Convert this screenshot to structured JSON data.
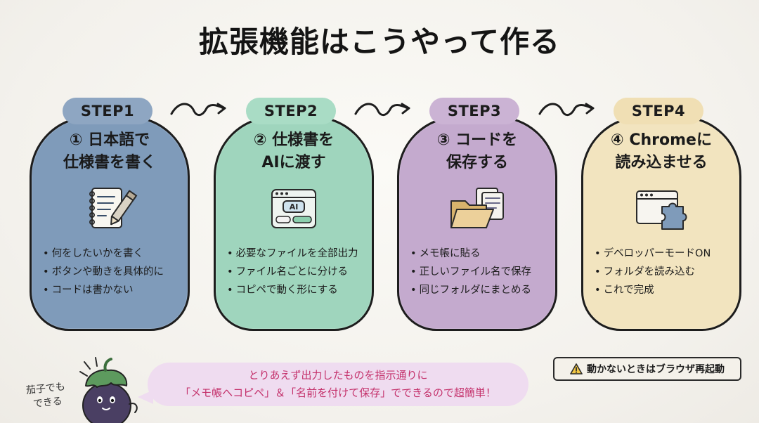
{
  "title": "拡張機能はこうやって作る",
  "steps": [
    {
      "label": "STEP1",
      "heading_line1": "① 日本語で",
      "heading_line2": "仕様書を書く",
      "icon": "notepad-pencil-icon",
      "bullets": [
        "何をしたいかを書く",
        "ボタンや動きを具体的に",
        "コードは書かない"
      ],
      "color": "#7f9bba"
    },
    {
      "label": "STEP2",
      "heading_line1": "② 仕様書を",
      "heading_line2": "AIに渡す",
      "icon": "ai-window-icon",
      "icon_text": "AI",
      "bullets": [
        "必要なファイルを全部出力",
        "ファイル名ごとに分ける",
        "コピペで動く形にする"
      ],
      "color": "#9fd5bd"
    },
    {
      "label": "STEP3",
      "heading_line1": "③ コードを",
      "heading_line2": "保存する",
      "icon": "folder-files-icon",
      "bullets": [
        "メモ帳に貼る",
        "正しいファイル名で保存",
        "同じフォルダにまとめる"
      ],
      "color": "#c4aace"
    },
    {
      "label": "STEP4",
      "heading_line1": "④ Chromeに",
      "heading_line2": "読み込ませる",
      "icon": "browser-puzzle-icon",
      "bullets": [
        "デベロッパーモードON",
        "フォルダを読み込む",
        "これで完成"
      ],
      "color": "#f2e4bf"
    }
  ],
  "speech": {
    "line1": "とりあえず出力したものを指示通りに",
    "line2": "「メモ帳へコピペ」＆「名前を付けて保存」でできるので超簡単！"
  },
  "warning": {
    "icon": "warning-icon",
    "text": "動かないときはブラウザ再起動"
  },
  "mascot_note": {
    "line1": "茄子でも",
    "line2": "できる"
  }
}
